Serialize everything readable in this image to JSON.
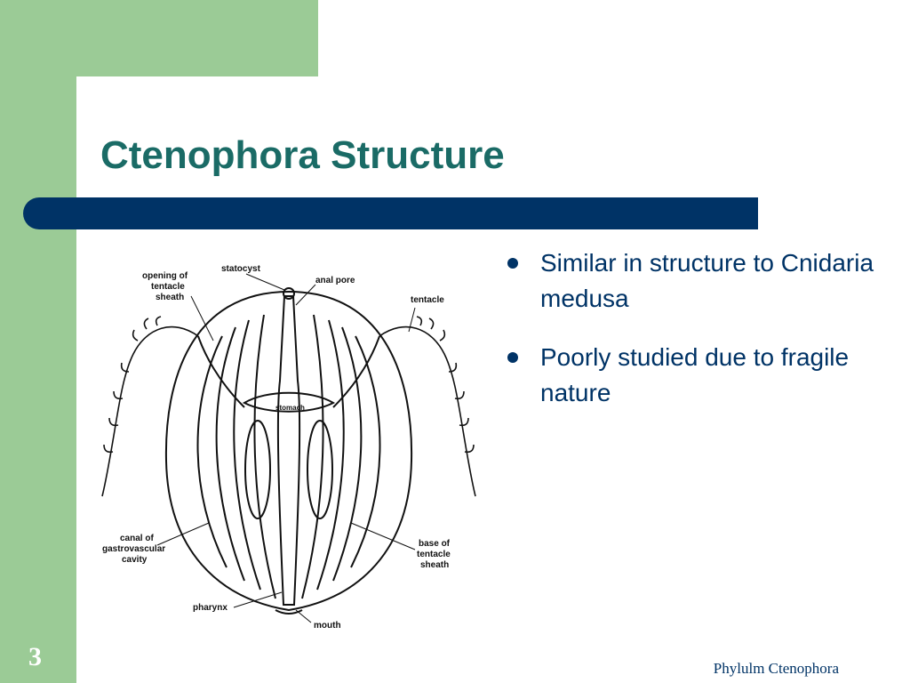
{
  "slide": {
    "title": "Ctenophora Structure",
    "bullets": [
      {
        "text": "Similar in structure to Cnidaria medusa"
      },
      {
        "text": "Poorly studied due to fragile nature"
      }
    ],
    "slide_number": "3",
    "footer": "Phylulm Ctenophora"
  },
  "diagram": {
    "labels": {
      "opening_line1": "opening of",
      "opening_line2": "tentacle",
      "opening_line3": "sheath",
      "statocyst": "statocyst",
      "anal_pore": "anal pore",
      "tentacle": "tentacle",
      "stomach": "stomach",
      "canal_line1": "canal of",
      "canal_line2": "gastrovascular",
      "canal_line3": "cavity",
      "base_line1": "base of",
      "base_line2": "tentacle",
      "base_line3": "sheath",
      "pharynx": "pharynx",
      "mouth": "mouth"
    }
  },
  "colors": {
    "green_accent": "#9bcb96",
    "title_color": "#1a6b66",
    "navy": "#003366"
  }
}
